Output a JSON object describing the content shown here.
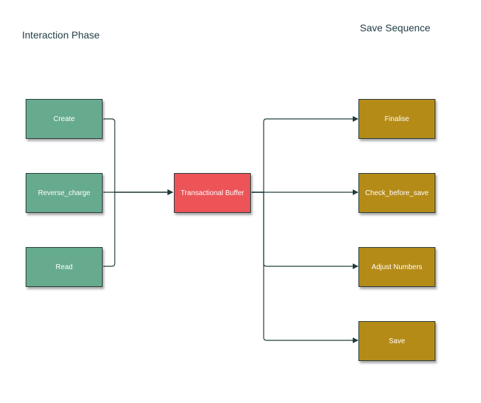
{
  "headings": {
    "left": "Interaction Phase",
    "right": "Save Sequence"
  },
  "inputs": [
    {
      "label": "Create"
    },
    {
      "label": "Reverse_charge"
    },
    {
      "label": "Read"
    }
  ],
  "buffer": {
    "label": "Transactional Buffer"
  },
  "outputs": [
    {
      "label": "Finalise"
    },
    {
      "label": "Check_before_save"
    },
    {
      "label": "Adjust Numbers"
    },
    {
      "label": "Save"
    }
  ],
  "colors": {
    "input": "#67ab8f",
    "buffer": "#ec5458",
    "output": "#b58b18",
    "connector": "#1f3b3a",
    "heading_text": "#1f3b45"
  }
}
